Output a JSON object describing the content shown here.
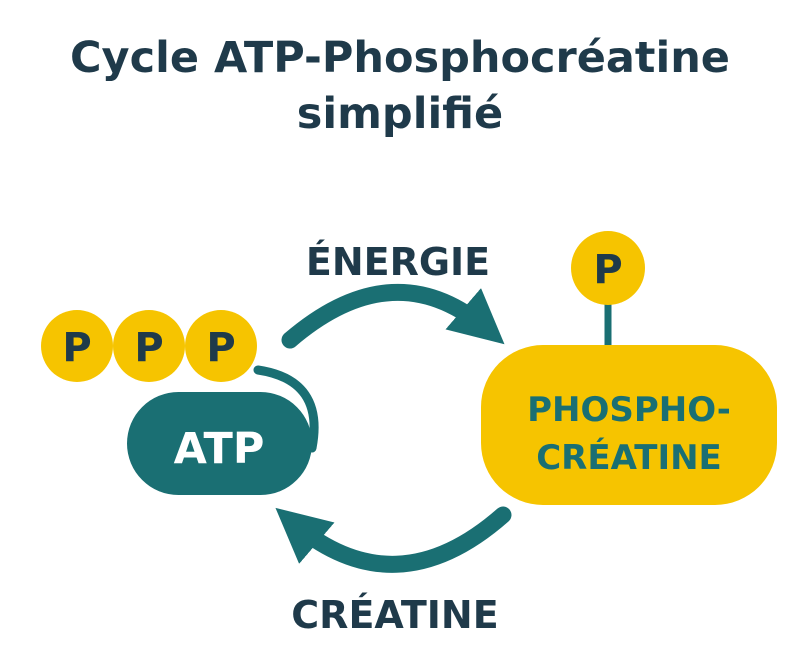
{
  "title": {
    "line1": "Cycle ATP-Phosphocréatine",
    "line2": "simplifié"
  },
  "labels": {
    "energy": "ÉNERGIE",
    "creatine": "CRÉATINE",
    "atp": "ATP",
    "phosphocreatine_line1": "PHOSPHO-",
    "phosphocreatine_line2": "CRÉATINE",
    "phosphate": "P"
  },
  "colors": {
    "teal": "#1a6f73",
    "yellow": "#f6c400",
    "text_dark": "#1f3a4a",
    "white": "#ffffff"
  }
}
